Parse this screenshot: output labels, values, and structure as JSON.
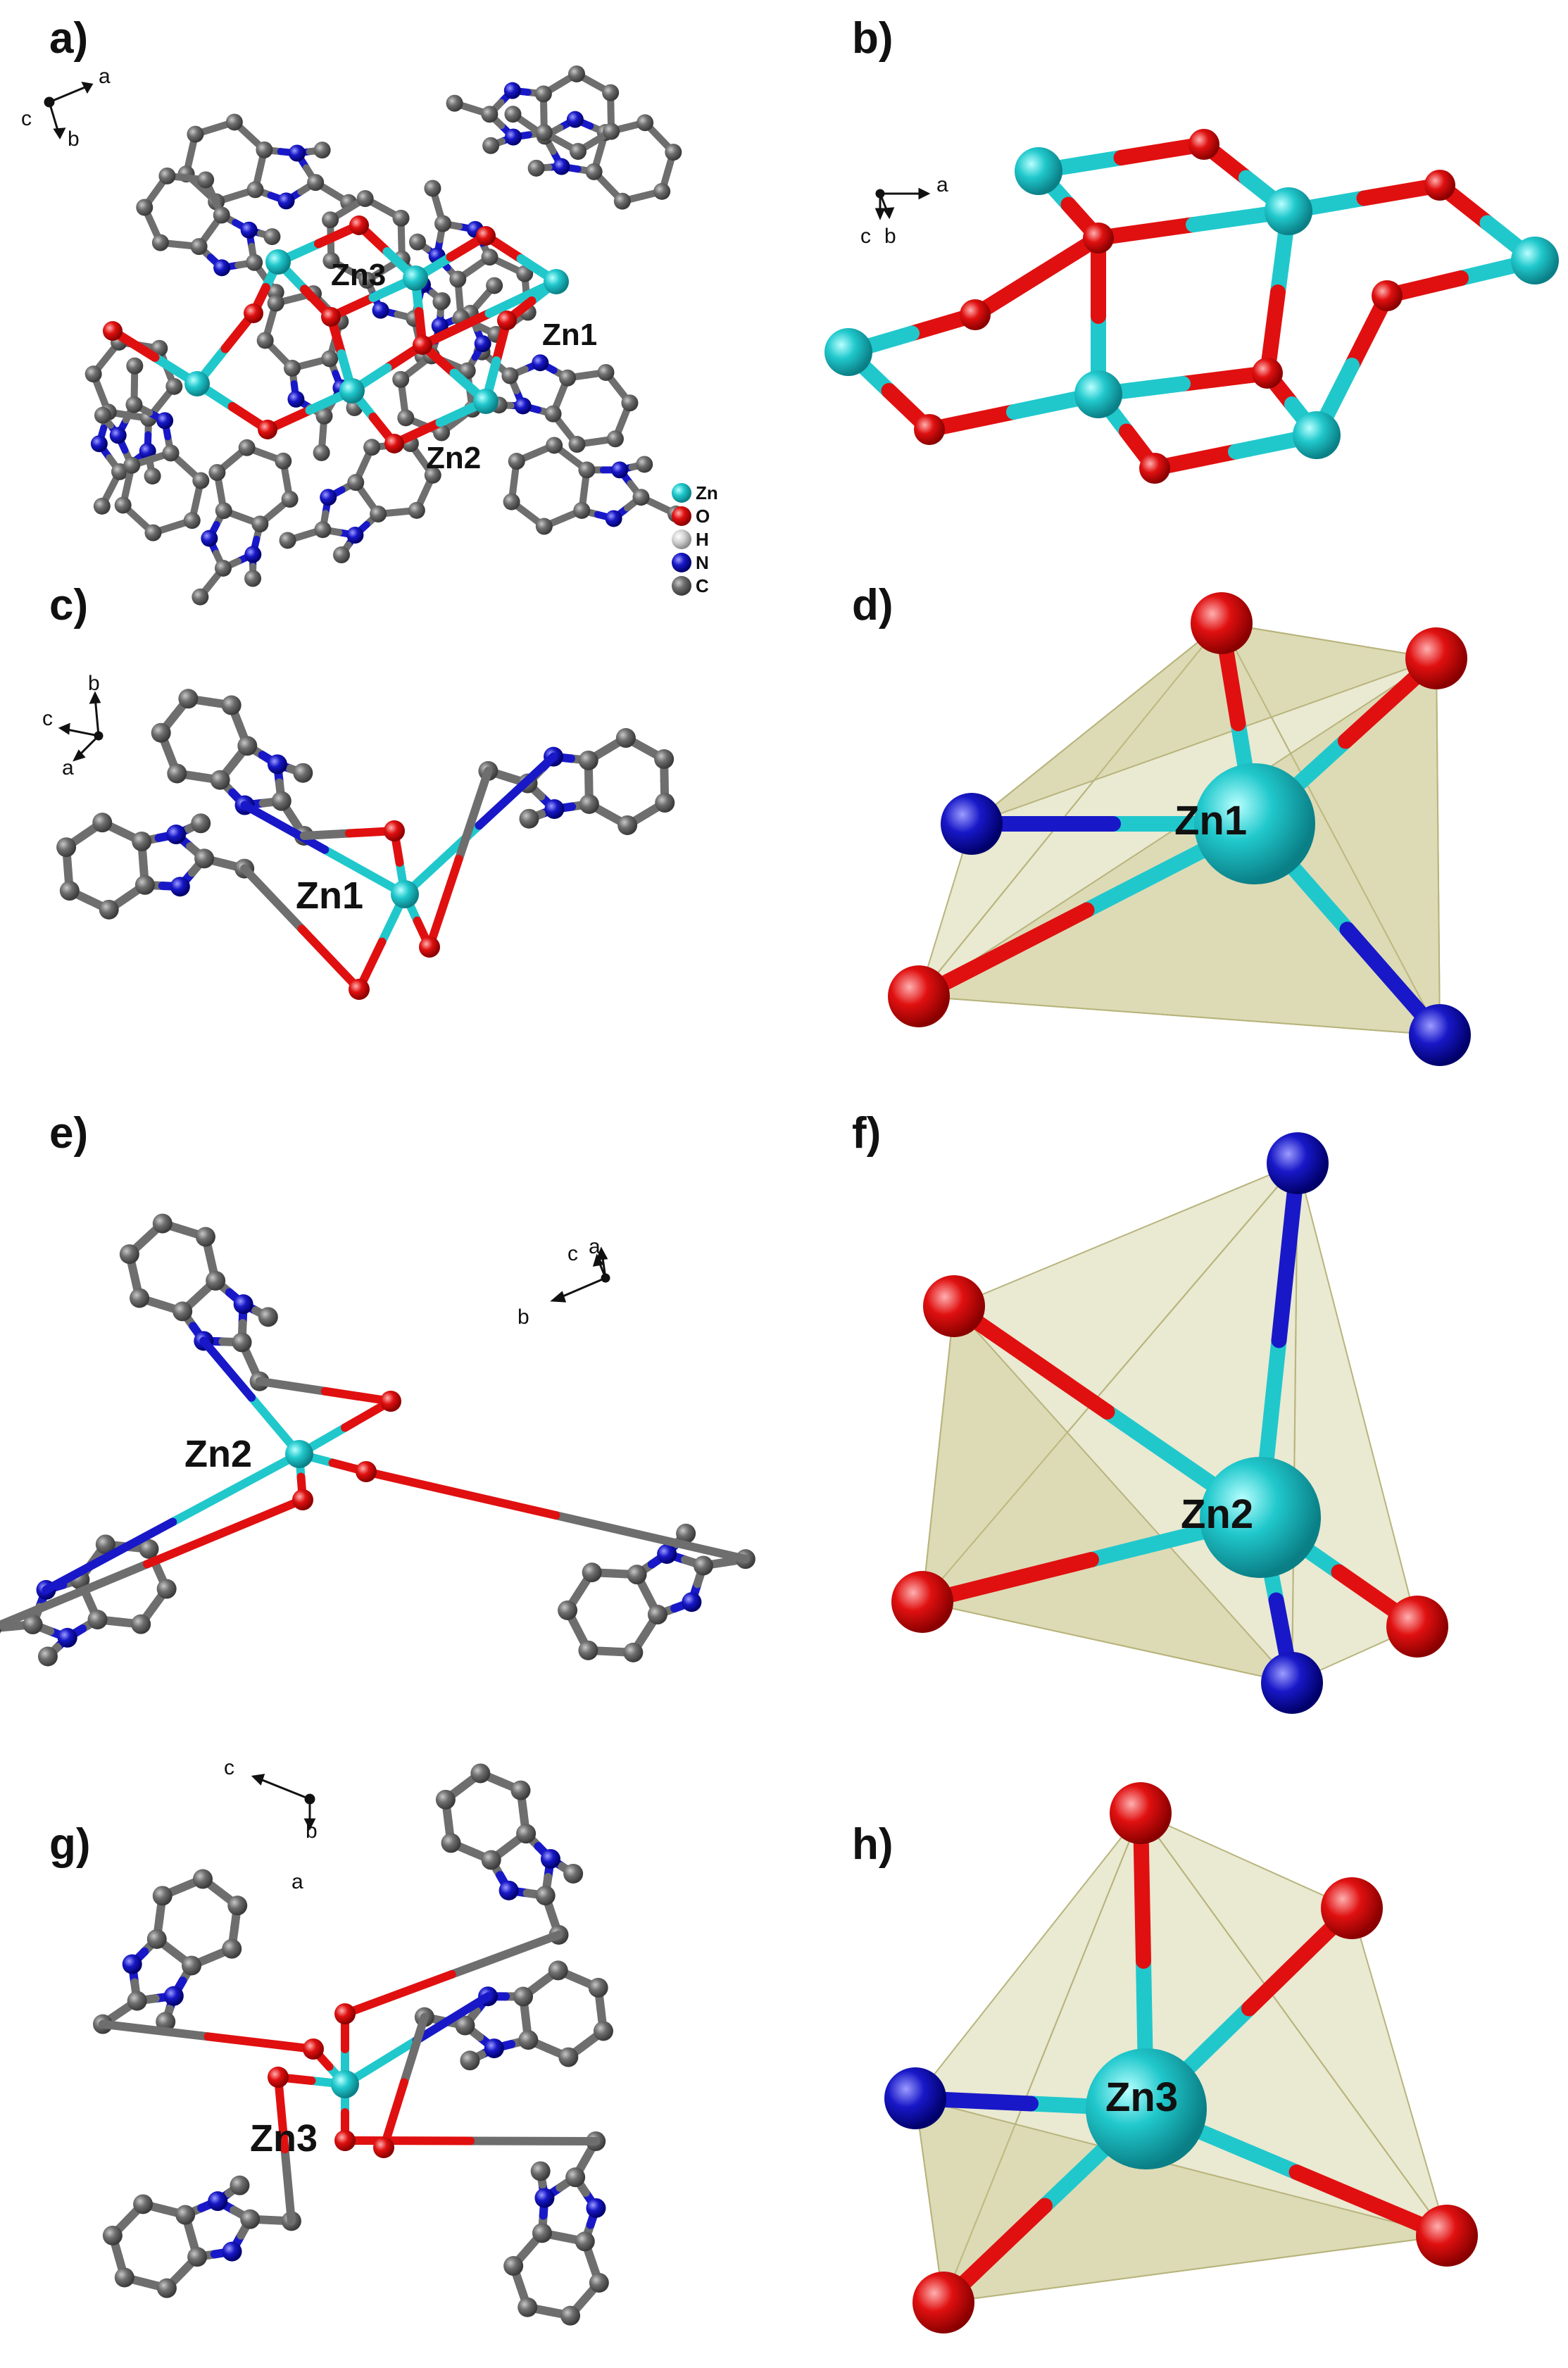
{
  "colors": {
    "zn": "#20c8cc",
    "o": "#e01010",
    "h": "#d0d0d0",
    "n": "#1818c8",
    "c": "#6e6e6e",
    "poly": "#c8c48a"
  },
  "panels": [
    {
      "id": "a",
      "label": "a)",
      "atoms": [
        "Zn3",
        "Zn1",
        "Zn2"
      ],
      "axes": [
        "a",
        "c",
        "b"
      ]
    },
    {
      "id": "b",
      "label": "b)",
      "axes": [
        "a",
        "c",
        "b"
      ]
    },
    {
      "id": "c",
      "label": "c)",
      "atoms": [
        "Zn1"
      ],
      "axes": [
        "b",
        "c",
        "a"
      ]
    },
    {
      "id": "d",
      "label": "d)",
      "atoms": [
        "Zn1"
      ]
    },
    {
      "id": "e",
      "label": "e)",
      "atoms": [
        "Zn2"
      ],
      "axes": [
        "c",
        "a",
        "b"
      ]
    },
    {
      "id": "f",
      "label": "f)",
      "atoms": [
        "Zn2"
      ]
    },
    {
      "id": "g",
      "label": "g)",
      "atoms": [
        "Zn3"
      ],
      "axes": [
        "c",
        "b",
        "a"
      ]
    },
    {
      "id": "h",
      "label": "h)",
      "atoms": [
        "Zn3"
      ]
    }
  ],
  "legend": [
    {
      "symbol": "Zn",
      "color": "#20c8cc"
    },
    {
      "symbol": "O",
      "color": "#e01010"
    },
    {
      "symbol": "H",
      "color": "#d0d0d0"
    },
    {
      "symbol": "N",
      "color": "#1818c8"
    },
    {
      "symbol": "C",
      "color": "#6e6e6e"
    }
  ]
}
